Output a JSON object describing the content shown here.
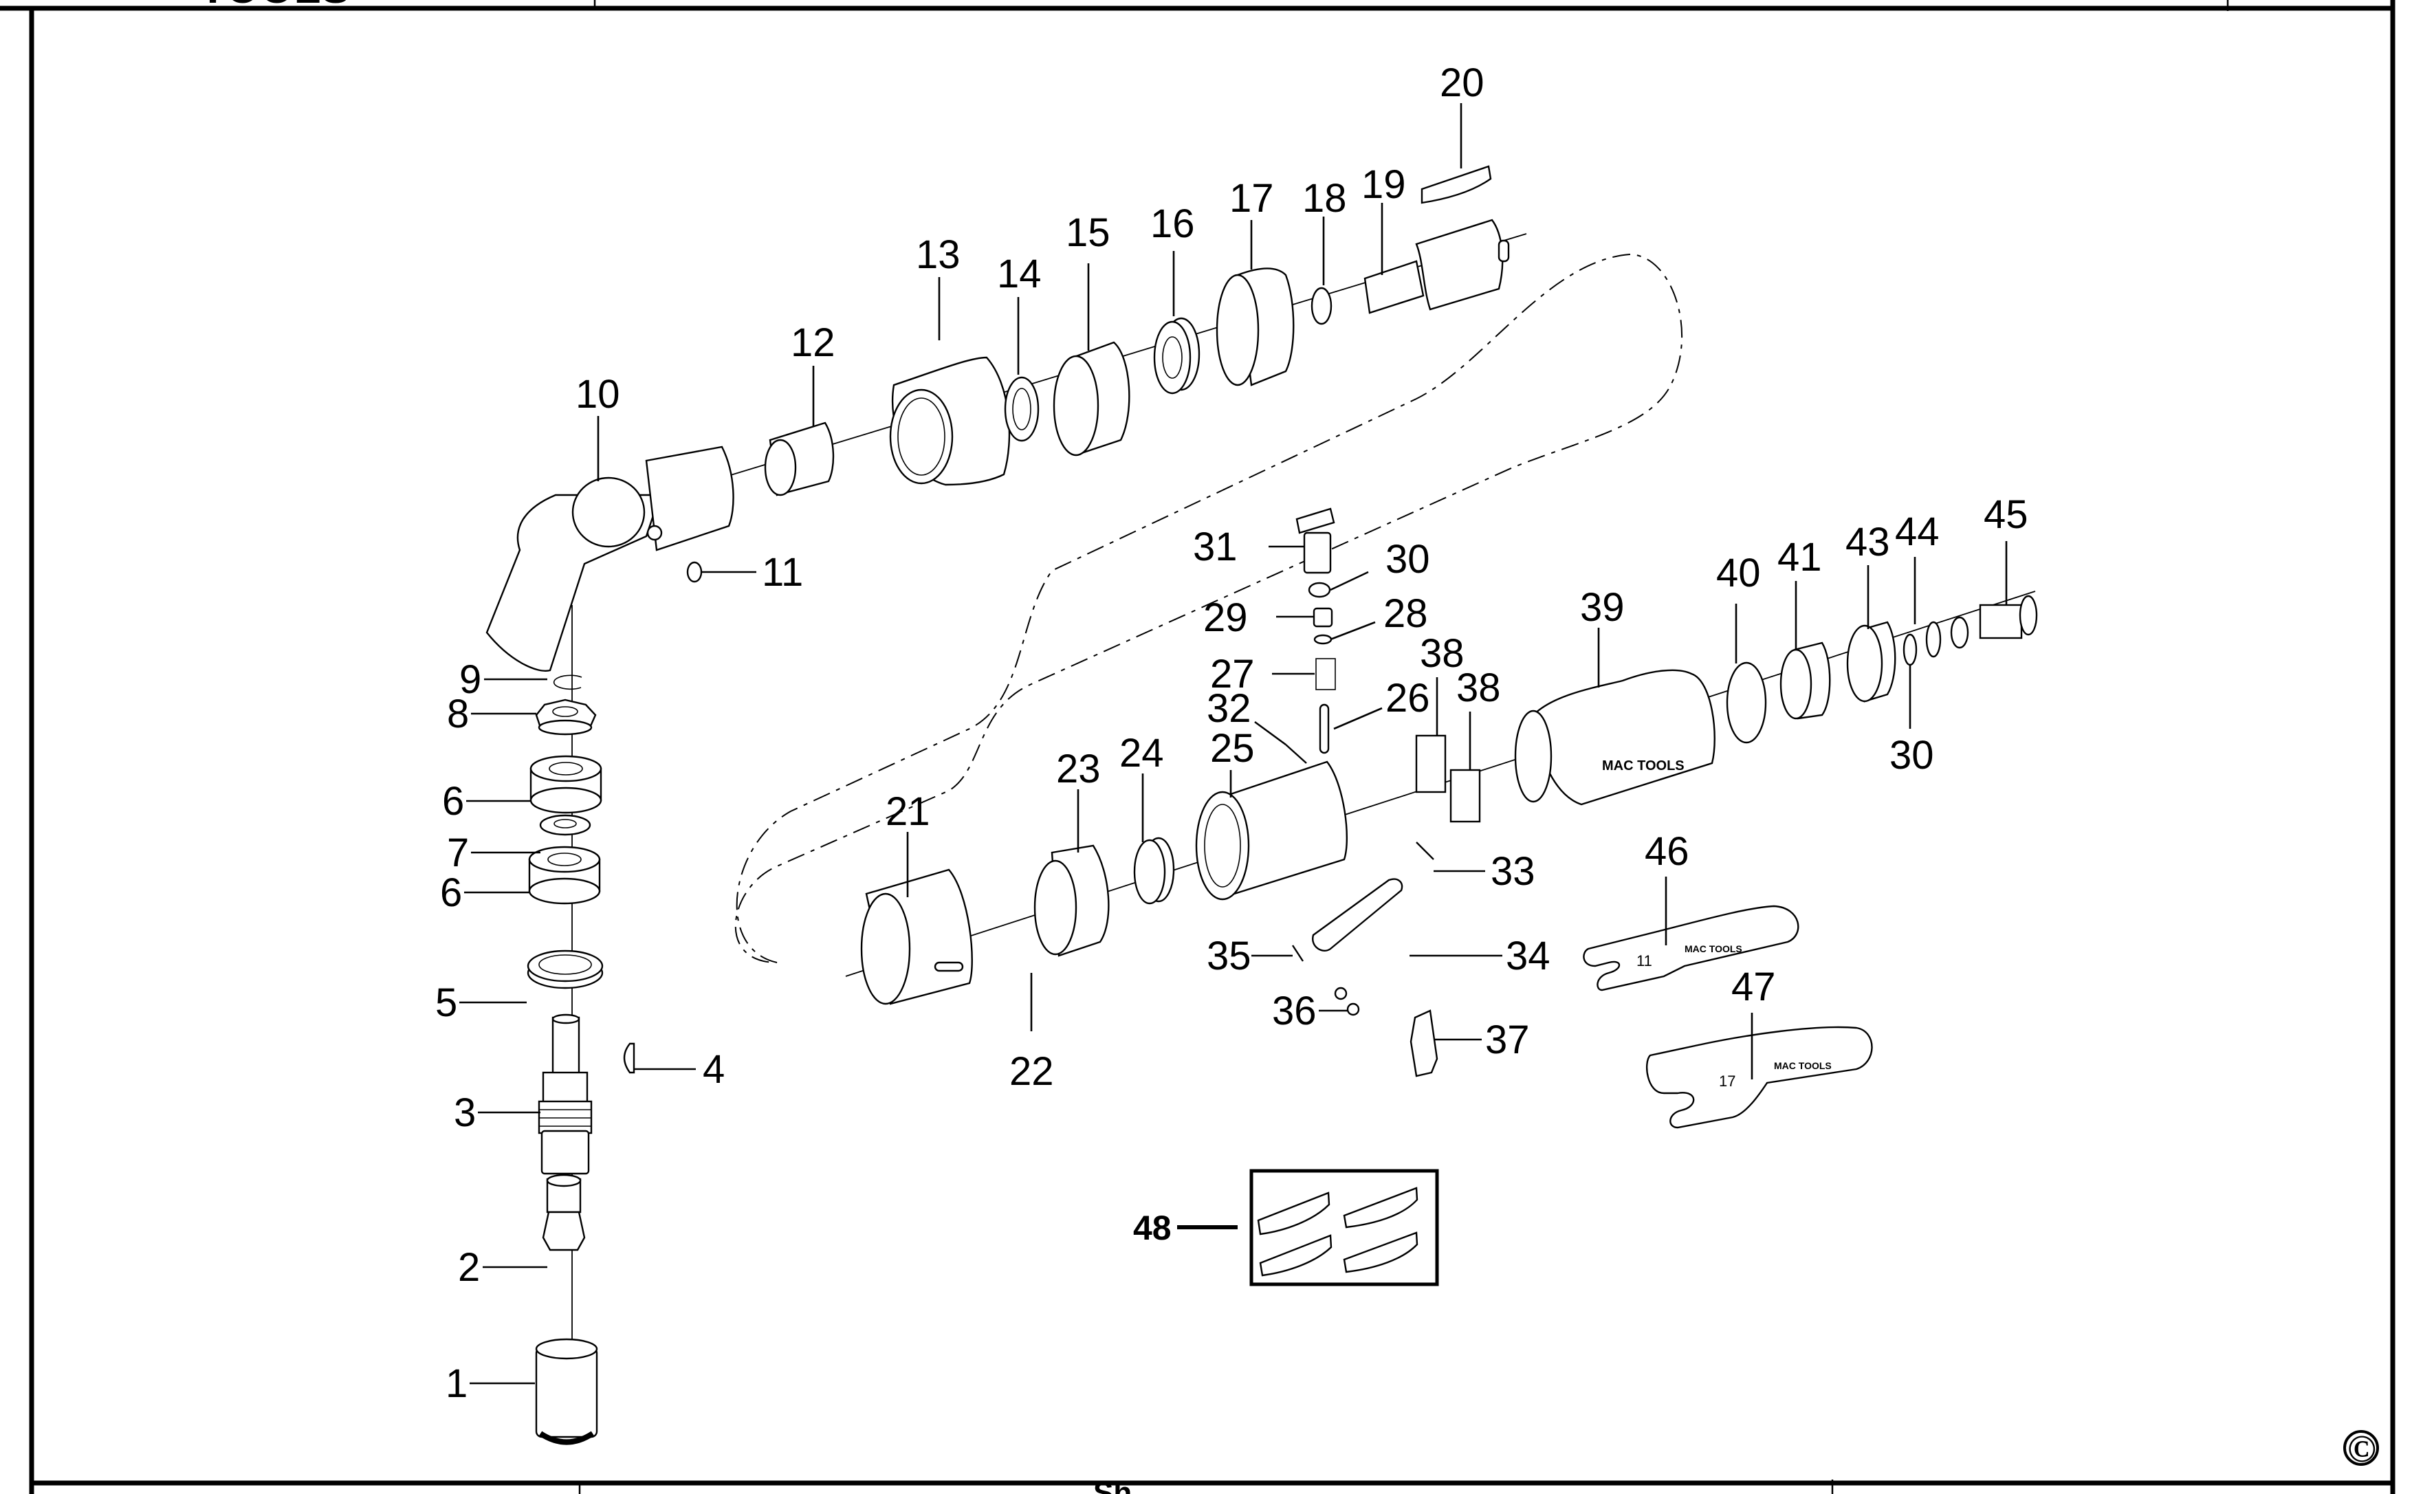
{
  "header": {
    "logo_text_fragment": "TOOLS"
  },
  "footer": {
    "center_text_fragment": "Sh",
    "copyright_symbol": "©"
  },
  "diagram": {
    "title": "Exploded parts diagram – right-angle die grinder",
    "callouts": [
      {
        "id": "1",
        "label": "1"
      },
      {
        "id": "2",
        "label": "2"
      },
      {
        "id": "3",
        "label": "3"
      },
      {
        "id": "4",
        "label": "4"
      },
      {
        "id": "5",
        "label": "5"
      },
      {
        "id": "6a",
        "label": "6"
      },
      {
        "id": "6b",
        "label": "6"
      },
      {
        "id": "7",
        "label": "7"
      },
      {
        "id": "8",
        "label": "8"
      },
      {
        "id": "9",
        "label": "9"
      },
      {
        "id": "10",
        "label": "10"
      },
      {
        "id": "11",
        "label": "11"
      },
      {
        "id": "12",
        "label": "12"
      },
      {
        "id": "13",
        "label": "13"
      },
      {
        "id": "14",
        "label": "14"
      },
      {
        "id": "15",
        "label": "15"
      },
      {
        "id": "16",
        "label": "16"
      },
      {
        "id": "17",
        "label": "17"
      },
      {
        "id": "18",
        "label": "18"
      },
      {
        "id": "19",
        "label": "19"
      },
      {
        "id": "20",
        "label": "20"
      },
      {
        "id": "21",
        "label": "21"
      },
      {
        "id": "22",
        "label": "22"
      },
      {
        "id": "23",
        "label": "23"
      },
      {
        "id": "24",
        "label": "24"
      },
      {
        "id": "25",
        "label": "25"
      },
      {
        "id": "26",
        "label": "26"
      },
      {
        "id": "27",
        "label": "27"
      },
      {
        "id": "28",
        "label": "28"
      },
      {
        "id": "29",
        "label": "29"
      },
      {
        "id": "30a",
        "label": "30"
      },
      {
        "id": "30b",
        "label": "30"
      },
      {
        "id": "31",
        "label": "31"
      },
      {
        "id": "32",
        "label": "32"
      },
      {
        "id": "33",
        "label": "33"
      },
      {
        "id": "34",
        "label": "34"
      },
      {
        "id": "35",
        "label": "35"
      },
      {
        "id": "36",
        "label": "36"
      },
      {
        "id": "37",
        "label": "37"
      },
      {
        "id": "38a",
        "label": "38"
      },
      {
        "id": "38b",
        "label": "38"
      },
      {
        "id": "39",
        "label": "39"
      },
      {
        "id": "40",
        "label": "40"
      },
      {
        "id": "41",
        "label": "41"
      },
      {
        "id": "43",
        "label": "43"
      },
      {
        "id": "44",
        "label": "44"
      },
      {
        "id": "45",
        "label": "45"
      },
      {
        "id": "46",
        "label": "46"
      },
      {
        "id": "47",
        "label": "47"
      },
      {
        "id": "48",
        "label": "48"
      }
    ],
    "wrench_46_size": "11",
    "wrench_47_size": "17",
    "brand_mark": "MAC TOOLS"
  }
}
